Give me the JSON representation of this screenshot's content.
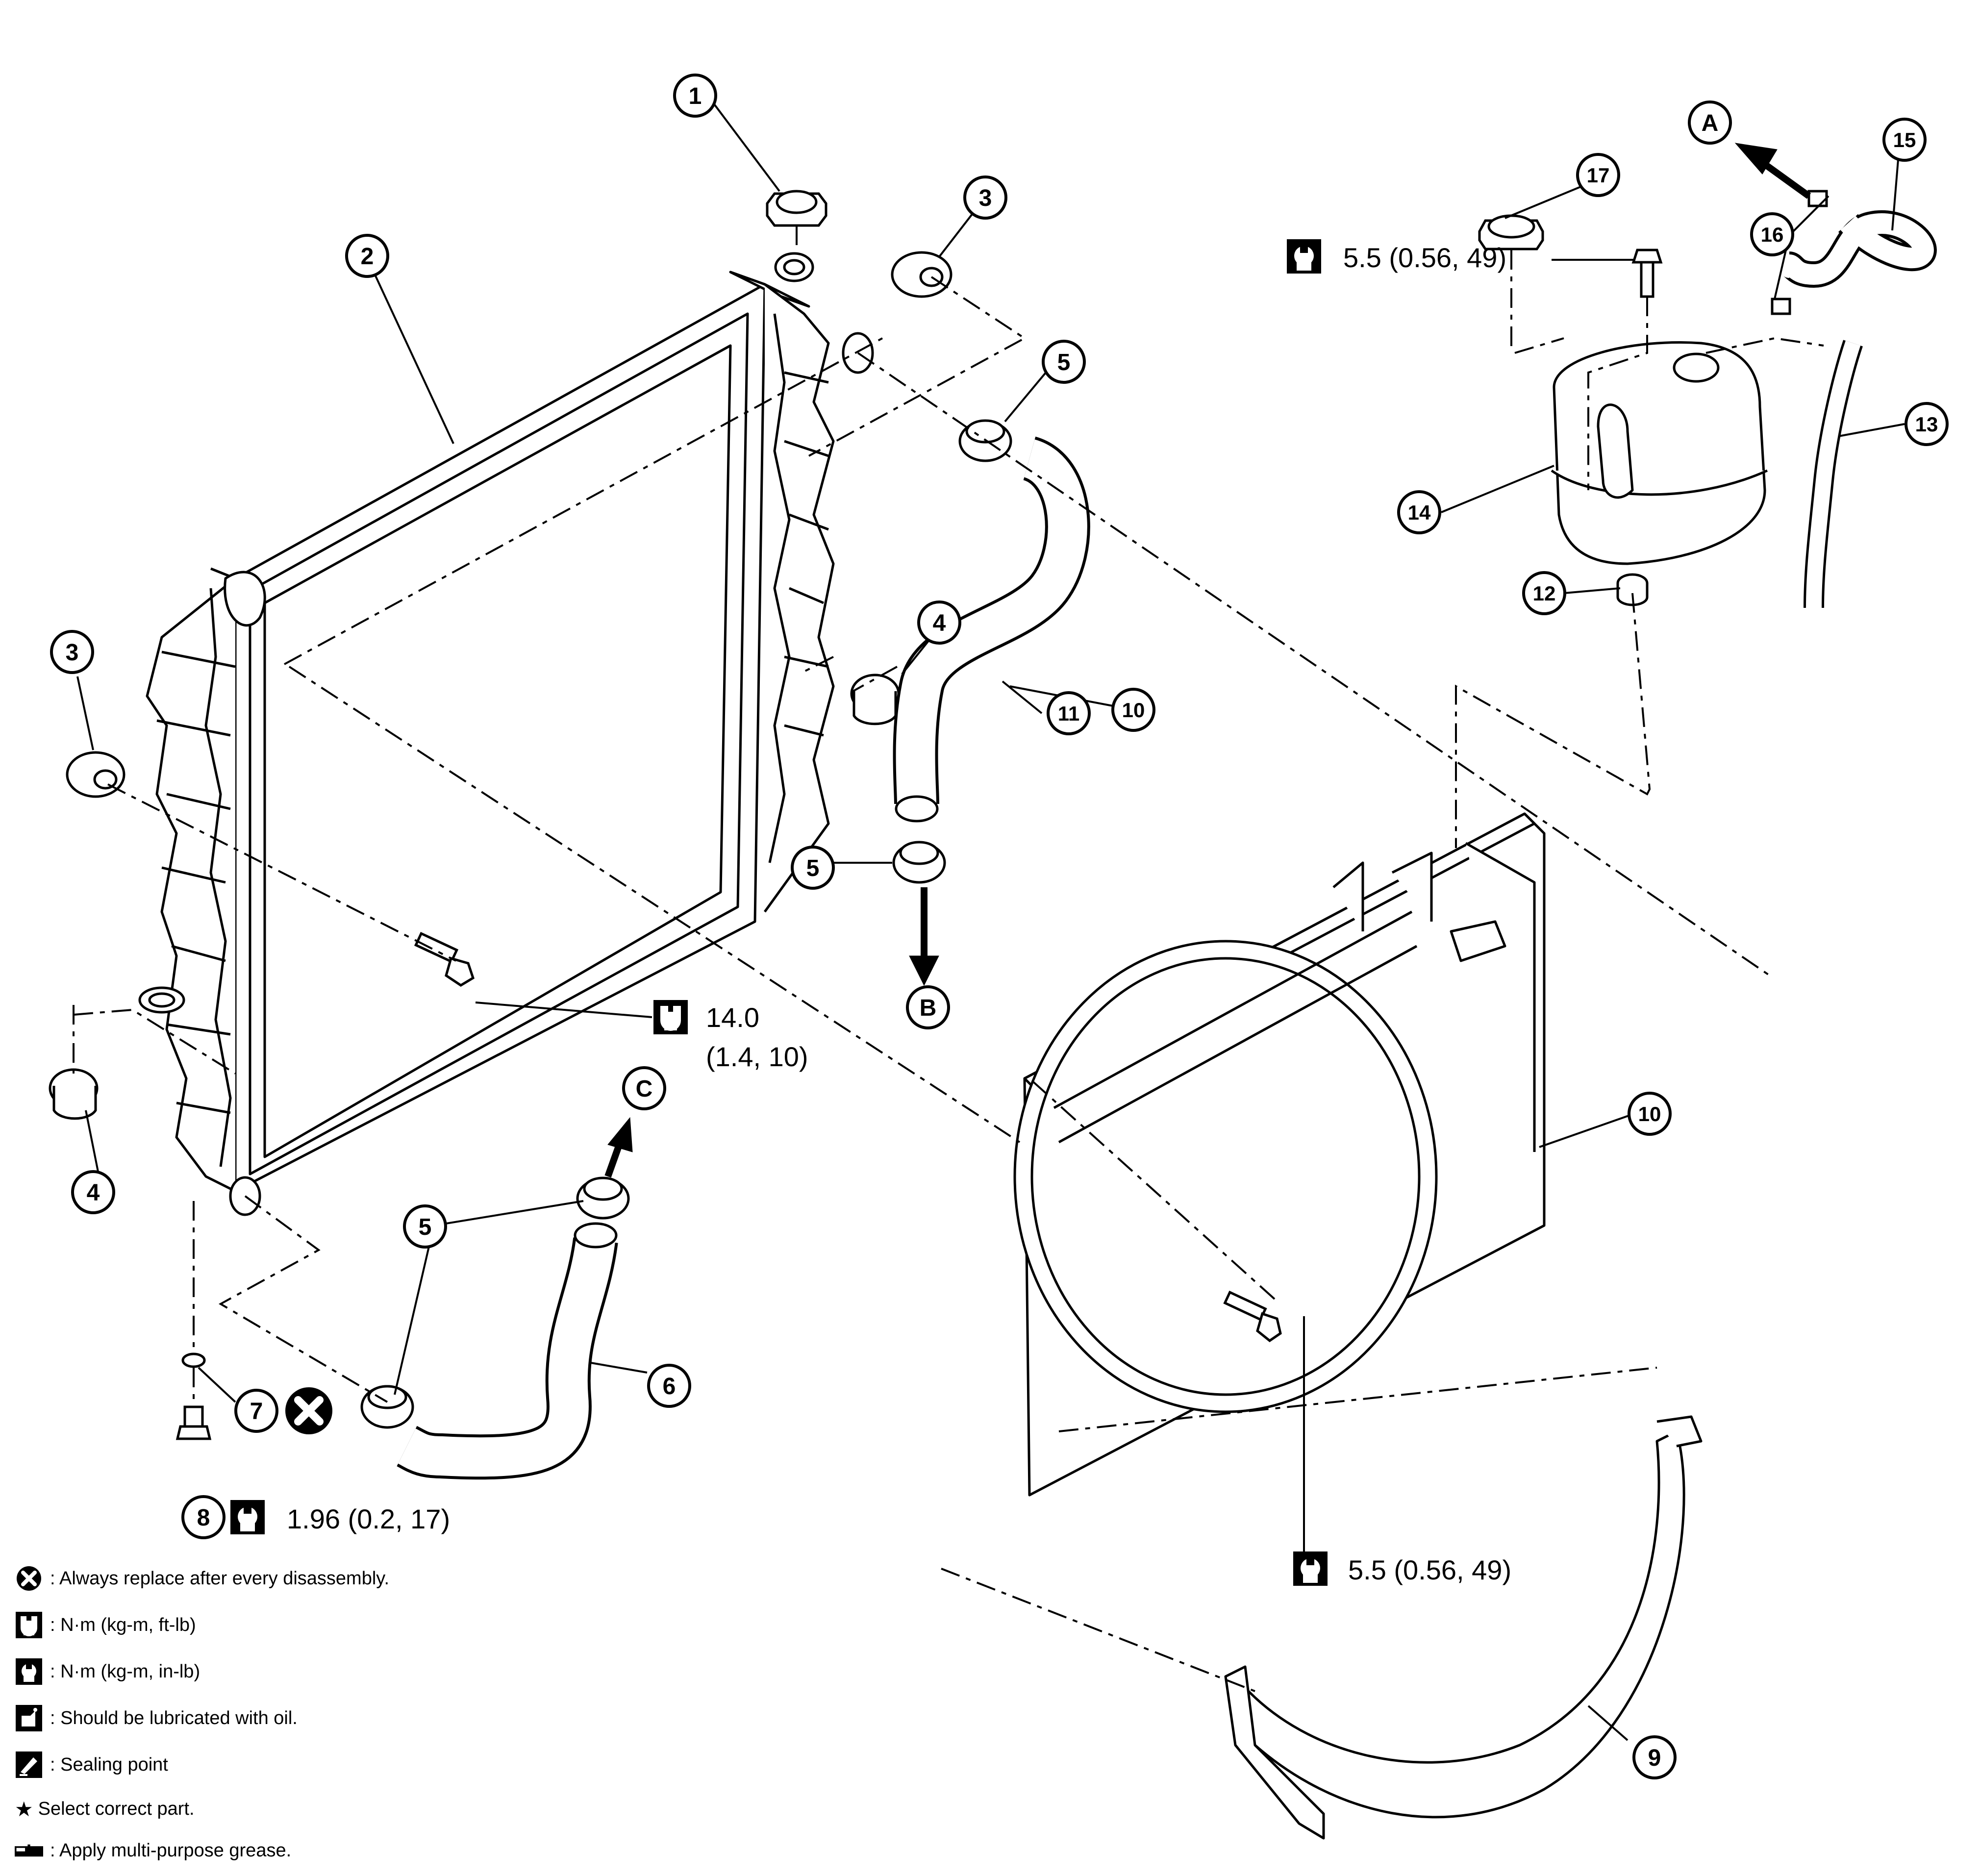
{
  "callouts": {
    "n1": "1",
    "n2": "2",
    "n3a": "3",
    "n3b": "3",
    "n4a": "4",
    "n4b": "4",
    "n5a": "5",
    "n5b": "5",
    "n5c": "5",
    "n6": "6",
    "n7": "7",
    "n8": "8",
    "n9": "9",
    "n10": "10",
    "n11": "11",
    "n12": "12",
    "n13": "13",
    "n14": "14",
    "n15": "15",
    "n16": "16",
    "n17": "17"
  },
  "arrows": {
    "a": "A",
    "b": "B",
    "c": "C"
  },
  "torques": {
    "reservoir_bolt": "5.5 (0.56, 49)",
    "radiator_bolt_line1": "14.0",
    "radiator_bolt_line2": "(1.4, 10)",
    "drain_plug": "1.96 (0.2, 17)",
    "shroud_bolt": "5.5 (0.56, 49)"
  },
  "legend": {
    "replace": ": Always replace after every disassembly.",
    "nm_ftlb": ": N·m (kg-m, ft-lb)",
    "nm_inlb": ": N·m (kg-m, in-lb)",
    "lubricate": ": Should be lubricated with oil.",
    "sealing": ": Sealing point",
    "select": "Select correct part.",
    "grease": ": Apply multi-purpose grease."
  }
}
